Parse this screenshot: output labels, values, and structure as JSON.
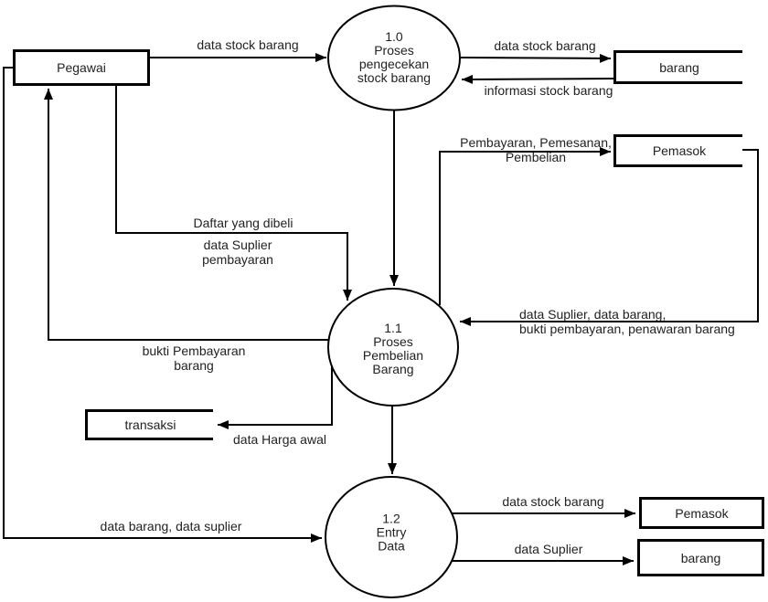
{
  "entities": {
    "pegawai": {
      "label": "Pegawai"
    },
    "barang_top": {
      "label": "barang"
    },
    "pemasok_top": {
      "label": "Pemasok"
    },
    "transaksi": {
      "label": "transaksi"
    },
    "pemasok_bottom": {
      "label": "Pemasok"
    },
    "barang_bottom": {
      "label": "barang"
    }
  },
  "processes": {
    "p10": {
      "number": "1.0",
      "label": "1.0\nProses\npengecekan\nstock barang"
    },
    "p11": {
      "number": "1.1",
      "label": "1.1\nProses\nPembelian\nBarang"
    },
    "p12": {
      "number": "1.2",
      "label": "1.2\nEntry\nData"
    }
  },
  "flows": {
    "pegawai_to_p10": {
      "label": "data stock barang"
    },
    "p10_to_barang": {
      "label": "data stock barang"
    },
    "barang_to_p10": {
      "label": "informasi stock barang"
    },
    "p11_to_pemasok": {
      "label": "Pembayaran, Pemesanan,\nPembelian"
    },
    "pegawai_to_p11_daftar": {
      "label": "Daftar yang dibeli"
    },
    "pegawai_to_p11_suplier": {
      "label": "data Suplier\npembayaran"
    },
    "pemasok_to_p11": {
      "label": "data Suplier, data barang,\nbukti pembayaran, penawaran barang"
    },
    "p11_to_pegawai": {
      "label": "bukti Pembayaran\nbarang"
    },
    "p11_to_transaksi": {
      "label": "data Harga awal"
    },
    "pegawai_to_p12": {
      "label": "data barang, data suplier"
    },
    "p12_to_pemasok": {
      "label": "data stock barang"
    },
    "p12_to_barang": {
      "label": "data Suplier"
    }
  },
  "colors": {
    "line": "#000000",
    "background": "#ffffff",
    "text": "#222222"
  }
}
